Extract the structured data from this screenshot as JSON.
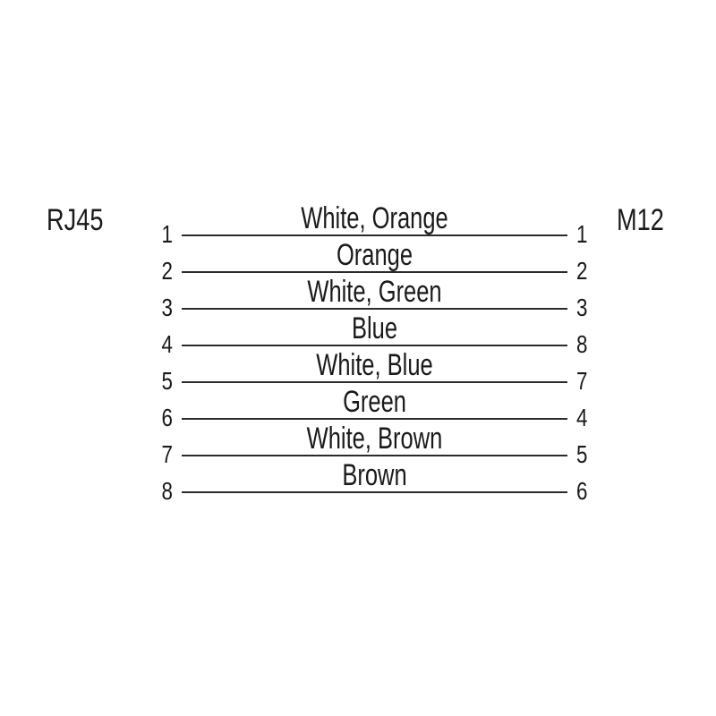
{
  "diagram": {
    "left_connector": "RJ45",
    "right_connector": "M12",
    "rows": [
      {
        "left_pin": "1",
        "wire": "White, Orange",
        "right_pin": "1"
      },
      {
        "left_pin": "2",
        "wire": "Orange",
        "right_pin": "2"
      },
      {
        "left_pin": "3",
        "wire": "White, Green",
        "right_pin": "3"
      },
      {
        "left_pin": "4",
        "wire": "Blue",
        "right_pin": "8"
      },
      {
        "left_pin": "5",
        "wire": "White, Blue",
        "right_pin": "7"
      },
      {
        "left_pin": "6",
        "wire": "Green",
        "right_pin": "4"
      },
      {
        "left_pin": "7",
        "wire": "White, Brown",
        "right_pin": "5"
      },
      {
        "left_pin": "8",
        "wire": "Brown",
        "right_pin": "6"
      }
    ]
  },
  "colors": {
    "line": "#2b2b2b",
    "text": "#1a1a1a",
    "background": "#ffffff"
  }
}
